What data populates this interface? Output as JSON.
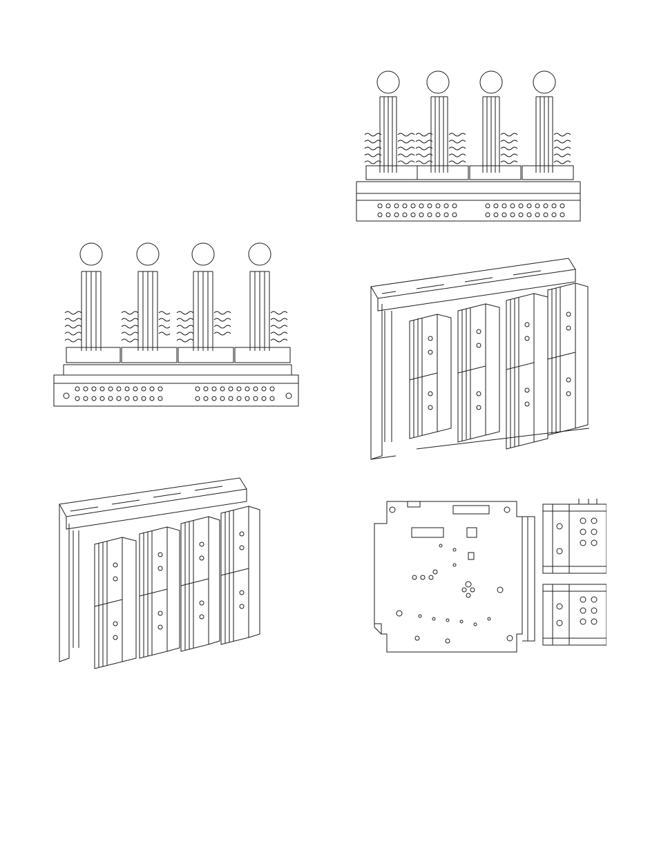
{
  "page": {
    "background": "#ffffff",
    "line_color": "#1a1a1a",
    "figures": [
      {
        "id": "front-view-top-right",
        "kind": "front-elevation",
        "callouts": 4
      },
      {
        "id": "front-view-left",
        "kind": "front-elevation",
        "callouts": 4
      },
      {
        "id": "iso-view-right",
        "kind": "isometric-busbars"
      },
      {
        "id": "iso-view-left",
        "kind": "isometric-busbars"
      },
      {
        "id": "side-view-right",
        "kind": "side-elevation"
      }
    ]
  }
}
